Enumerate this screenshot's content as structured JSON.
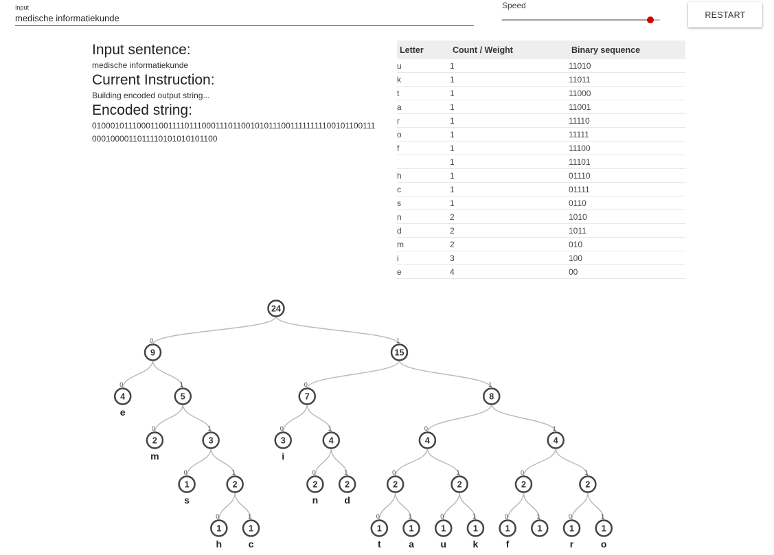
{
  "input": {
    "label": "Input",
    "value": "medische informatiekunde"
  },
  "speed": {
    "label": "Speed",
    "value": 0.94
  },
  "restart_label": "RESTART",
  "info": {
    "input_heading": "Input sentence:",
    "input_text": "medische informatiekunde",
    "instruction_heading": "Current Instruction:",
    "instruction_text": "Building encoded output string...",
    "encoded_heading": "Encoded string:",
    "encoded_text": "010001011100011001111011100011101100101011100111111111001011001110001000011011110101010101100"
  },
  "table": {
    "headers": [
      "Letter",
      "Count / Weight",
      "Binary sequence"
    ],
    "rows": [
      [
        "u",
        "1",
        "11010"
      ],
      [
        "k",
        "1",
        "11011"
      ],
      [
        "t",
        "1",
        "11000"
      ],
      [
        "a",
        "1",
        "11001"
      ],
      [
        "r",
        "1",
        "11110"
      ],
      [
        "o",
        "1",
        "11111"
      ],
      [
        "f",
        "1",
        "11100"
      ],
      [
        "",
        "1",
        "11101"
      ],
      [
        "h",
        "1",
        "01110"
      ],
      [
        "c",
        "1",
        "01111"
      ],
      [
        "s",
        "1",
        "0110"
      ],
      [
        "n",
        "2",
        "1010"
      ],
      [
        "d",
        "2",
        "1011"
      ],
      [
        "m",
        "2",
        "010"
      ],
      [
        "i",
        "3",
        "100"
      ],
      [
        "e",
        "4",
        "00"
      ]
    ]
  },
  "tree": {
    "root": {
      "w": "24",
      "c": [
        {
          "w": "9",
          "c": [
            {
              "w": "4",
              "l": "e"
            },
            {
              "w": "5",
              "c": [
                {
                  "w": "2",
                  "l": "m"
                },
                {
                  "w": "3",
                  "c": [
                    {
                      "w": "1",
                      "l": "s"
                    },
                    {
                      "w": "2",
                      "c": [
                        {
                          "w": "1",
                          "l": "h"
                        },
                        {
                          "w": "1",
                          "l": "c"
                        }
                      ]
                    }
                  ]
                }
              ]
            }
          ]
        },
        {
          "w": "15",
          "c": [
            {
              "w": "7",
              "c": [
                {
                  "w": "3",
                  "l": "i"
                },
                {
                  "w": "4",
                  "c": [
                    {
                      "w": "2",
                      "l": "n"
                    },
                    {
                      "w": "2",
                      "l": "d"
                    }
                  ]
                }
              ]
            },
            {
              "w": "8",
              "c": [
                {
                  "w": "4",
                  "c": [
                    {
                      "w": "2",
                      "c": [
                        {
                          "w": "1",
                          "l": "t"
                        },
                        {
                          "w": "1",
                          "l": "a"
                        }
                      ]
                    },
                    {
                      "w": "2",
                      "c": [
                        {
                          "w": "1",
                          "l": "u"
                        },
                        {
                          "w": "1",
                          "l": "k"
                        }
                      ]
                    }
                  ]
                },
                {
                  "w": "4",
                  "c": [
                    {
                      "w": "2",
                      "c": [
                        {
                          "w": "1",
                          "l": "f"
                        },
                        {
                          "w": "1",
                          "l": ""
                        }
                      ]
                    },
                    {
                      "w": "2",
                      "c": [
                        {
                          "w": "1",
                          "l": "r"
                        },
                        {
                          "w": "1",
                          "l": "o"
                        }
                      ]
                    }
                  ]
                }
              ]
            }
          ]
        }
      ]
    }
  },
  "colors": {
    "accent": "#d50000",
    "edge": "#bbbbbb",
    "node_stroke": "#444444"
  }
}
